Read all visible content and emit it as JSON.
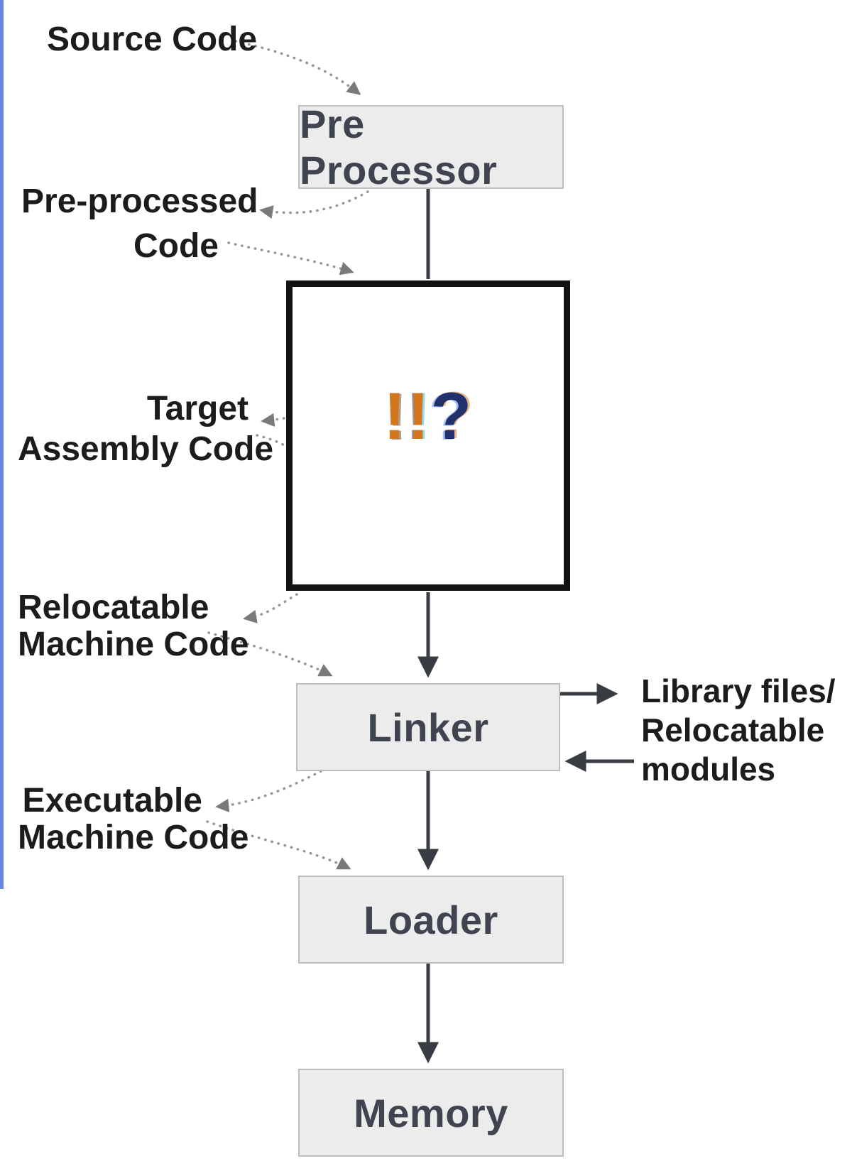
{
  "diagram": {
    "boxes": {
      "pre_processor": "Pre Processor",
      "unknown_excl1": "!",
      "unknown_excl2": "!",
      "unknown_question": "?",
      "linker": "Linker",
      "loader": "Loader",
      "memory": "Memory"
    },
    "labels": {
      "source_code": "Source Code",
      "pre_processed": {
        "line1": "Pre-processed",
        "line2": "Code"
      },
      "target_assembly": {
        "line1": "Target",
        "line2": "Assembly Code"
      },
      "relocatable": {
        "line1": "Relocatable",
        "line2": "Machine Code"
      },
      "executable": {
        "line1": "Executable",
        "line2": "Machine Code"
      },
      "library": {
        "line1": "Library files/",
        "line2": "Relocatable",
        "line3": "modules"
      }
    },
    "colors": {
      "box_fill": "#ececec",
      "box_border": "#bdbdbd",
      "box_text": "#3f4450",
      "label_text": "#1c1c1c",
      "big_box_border": "#121212",
      "arrow_solid": "#383d43",
      "arrow_dotted": "#969696",
      "accent_exclaim": "#d2771e",
      "accent_question": "#22306b",
      "left_edge_strip": "#4169d1"
    }
  }
}
